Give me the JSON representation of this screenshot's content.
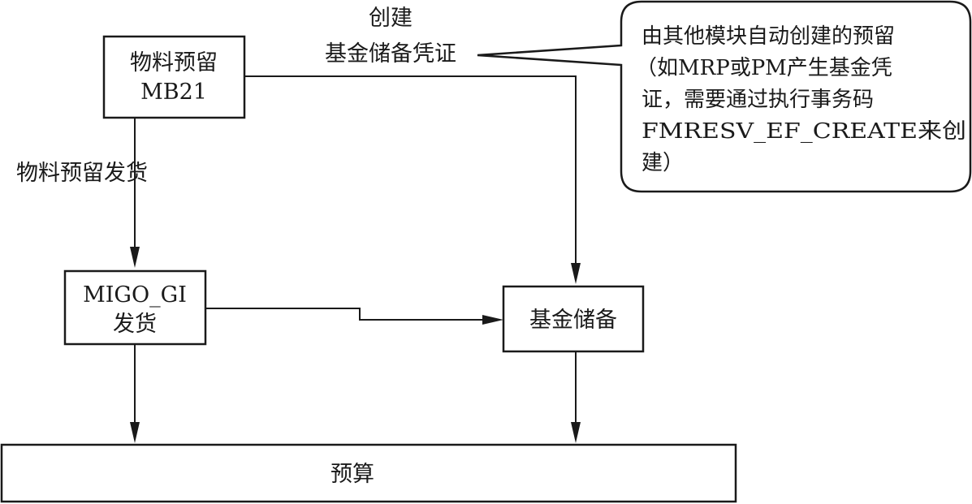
{
  "nodes": {
    "material_reservation": {
      "line1": "物料预留",
      "line2": "MB21"
    },
    "migo_gi": {
      "line1": "MIGO_GI",
      "line2": "发货"
    },
    "funds_reservation": {
      "label": "基金储备"
    },
    "budget": {
      "label": "预算"
    }
  },
  "edges": {
    "create_fund_voucher": {
      "line1": "创建",
      "line2": "基金储备凭证"
    },
    "material_reservation_goods_issue": {
      "label": "物料预留发货"
    }
  },
  "callout": {
    "lines": [
      "由其他模块自动创建的预留",
      "（如MRP或PM产生基金凭",
      "证，需要通过执行事务码",
      "FMRESV_EF_CREATE来创",
      "建）"
    ]
  }
}
